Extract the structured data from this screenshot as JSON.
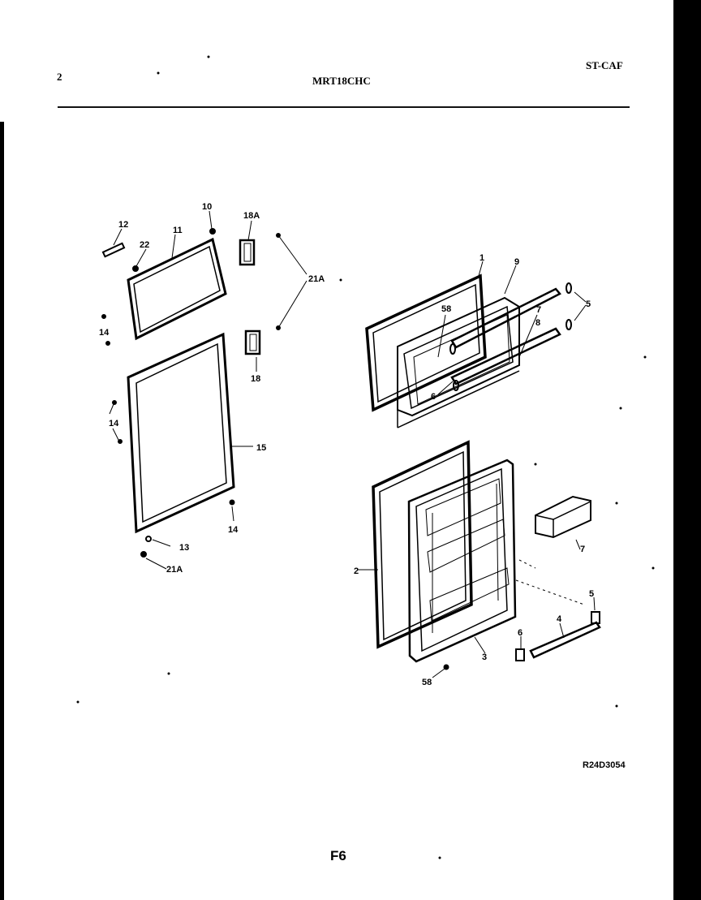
{
  "header": {
    "page_number": "2",
    "model": "MRT18CHC",
    "code": "ST-CAF"
  },
  "callouts": {
    "c12": "12",
    "c22": "22",
    "c11": "11",
    "c10": "10",
    "c18a": "18A",
    "c21a_top": "21A",
    "c14_a": "14",
    "c18": "18",
    "c14_b": "14",
    "c15": "15",
    "c14_c": "14",
    "c13": "13",
    "c21a_bottom": "21A",
    "c1": "1",
    "c9": "9",
    "c58_top": "58",
    "c7_top": "7",
    "c5_top": "5",
    "c8": "8",
    "c6_top": "6",
    "c2": "2",
    "c7": "7",
    "c5": "5",
    "c4": "4",
    "c6": "6",
    "c3": "3",
    "c58_bottom": "58"
  },
  "reference": "R24D3054",
  "footer": "F6"
}
